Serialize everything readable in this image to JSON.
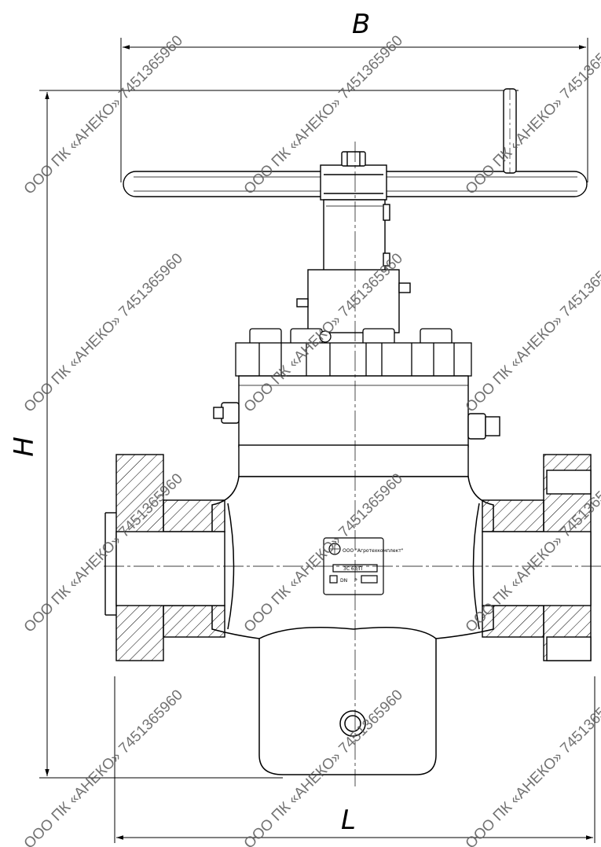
{
  "dimensions": {
    "width_label": "B",
    "height_label": "H",
    "length_label": "L"
  },
  "watermark": {
    "text": "ООО ПК «АНЕКО» 7451365960"
  },
  "nameplate": {
    "brand_text": "ООО \"Агротехкомплект\"",
    "model_text": "3С 63/П",
    "dn_label": "DN",
    "pn_label": "P"
  },
  "colors": {
    "line": "#000000",
    "fill": "#f4f4f4",
    "watermark": "#5a5a5a"
  }
}
